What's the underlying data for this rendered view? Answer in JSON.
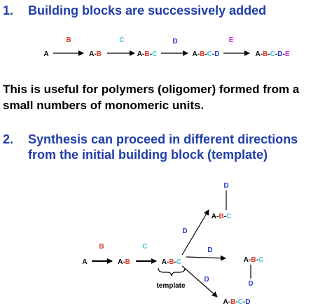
{
  "section1": {
    "number": "1.",
    "heading": "Building blocks are successively added"
  },
  "section1_text": "This is useful for polymers (oligomer) formed from a small numbers of monomeric units.",
  "section2": {
    "number": "2.",
    "heading": "Synthesis can proceed in different directions from the initial building block (template)"
  },
  "colors": {
    "heading": "#1f3ea8",
    "A": "#000000",
    "B": "#d93a2b",
    "C": "#41c4e0",
    "D": "#2b3bd0",
    "E": "#c23bd6"
  },
  "blocks": {
    "A": "A",
    "B": "B",
    "C": "C",
    "D": "D",
    "E": "E"
  },
  "linear_scheme": {
    "reagents": [
      "B",
      "C",
      "D",
      "E"
    ],
    "products": [
      "A",
      "A-B",
      "A-B-C",
      "A-B-C-D",
      "A-B-C-D-E"
    ]
  },
  "branched_scheme": {
    "reagents": [
      "B",
      "C",
      "D",
      "D",
      "D"
    ],
    "template_label": "template"
  }
}
